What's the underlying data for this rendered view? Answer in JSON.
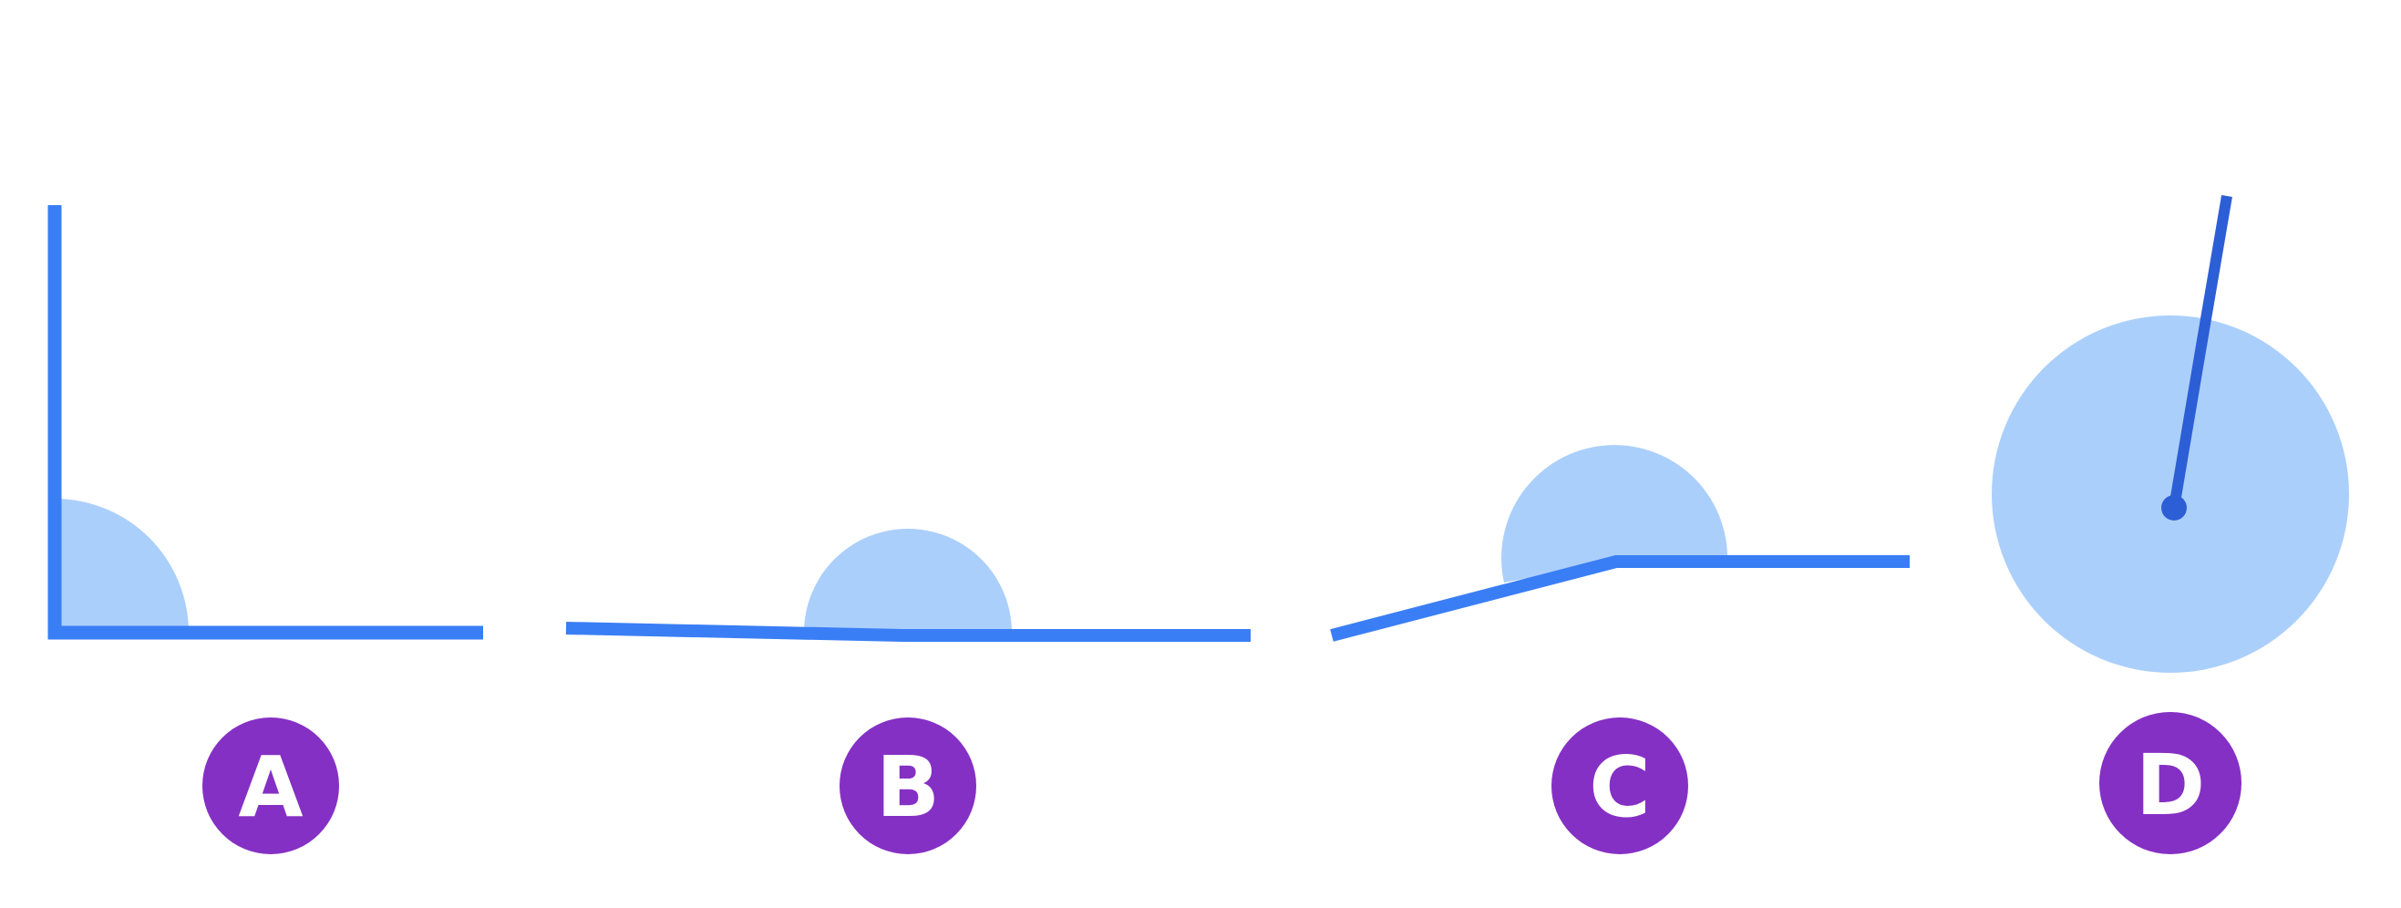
{
  "colors": {
    "line": "#3a7ef5",
    "line_dark": "#2c5ed6",
    "arc_fill": "#abcffb",
    "badge_fill": "#8530c4",
    "badge_text": "#ffffff",
    "background": "#ffffff"
  },
  "figures": [
    {
      "id": "a",
      "label": "A"
    },
    {
      "id": "b",
      "label": "B"
    },
    {
      "id": "c",
      "label": "C"
    },
    {
      "id": "d",
      "label": "D"
    }
  ]
}
